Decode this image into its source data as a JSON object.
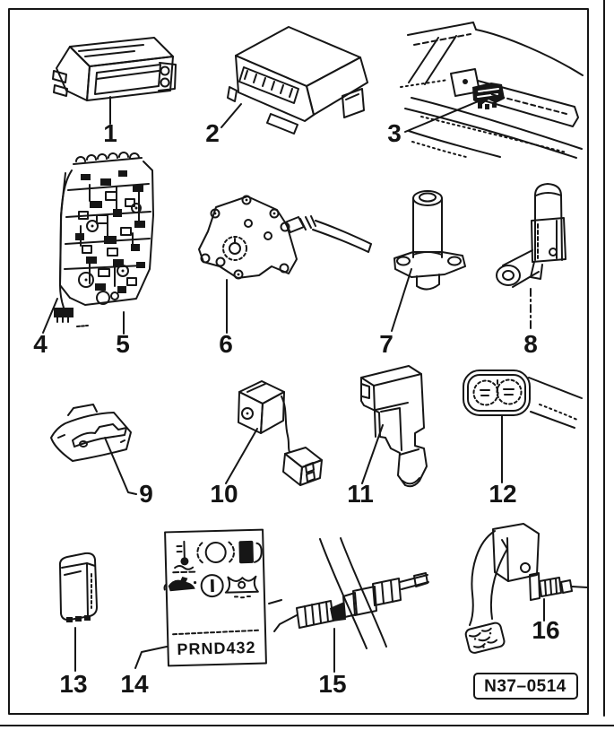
{
  "figure": {
    "drawing_number": "N37–0514",
    "gear_indicator": "PRND432"
  },
  "parts": [
    {
      "number": "1"
    },
    {
      "number": "2"
    },
    {
      "number": "3"
    },
    {
      "number": "4"
    },
    {
      "number": "5"
    },
    {
      "number": "6"
    },
    {
      "number": "7"
    },
    {
      "number": "8"
    },
    {
      "number": "9"
    },
    {
      "number": "10"
    },
    {
      "number": "11"
    },
    {
      "number": "12"
    },
    {
      "number": "13"
    },
    {
      "number": "14"
    },
    {
      "number": "15"
    },
    {
      "number": "16"
    }
  ],
  "panel_symbols": [
    "coolant-temperature",
    "brake-system",
    "fuel-pump",
    "oil-pressure",
    "brake-warning",
    "coolant-level"
  ],
  "colors": {
    "ink": "#161616",
    "paper": "#ffffff"
  }
}
